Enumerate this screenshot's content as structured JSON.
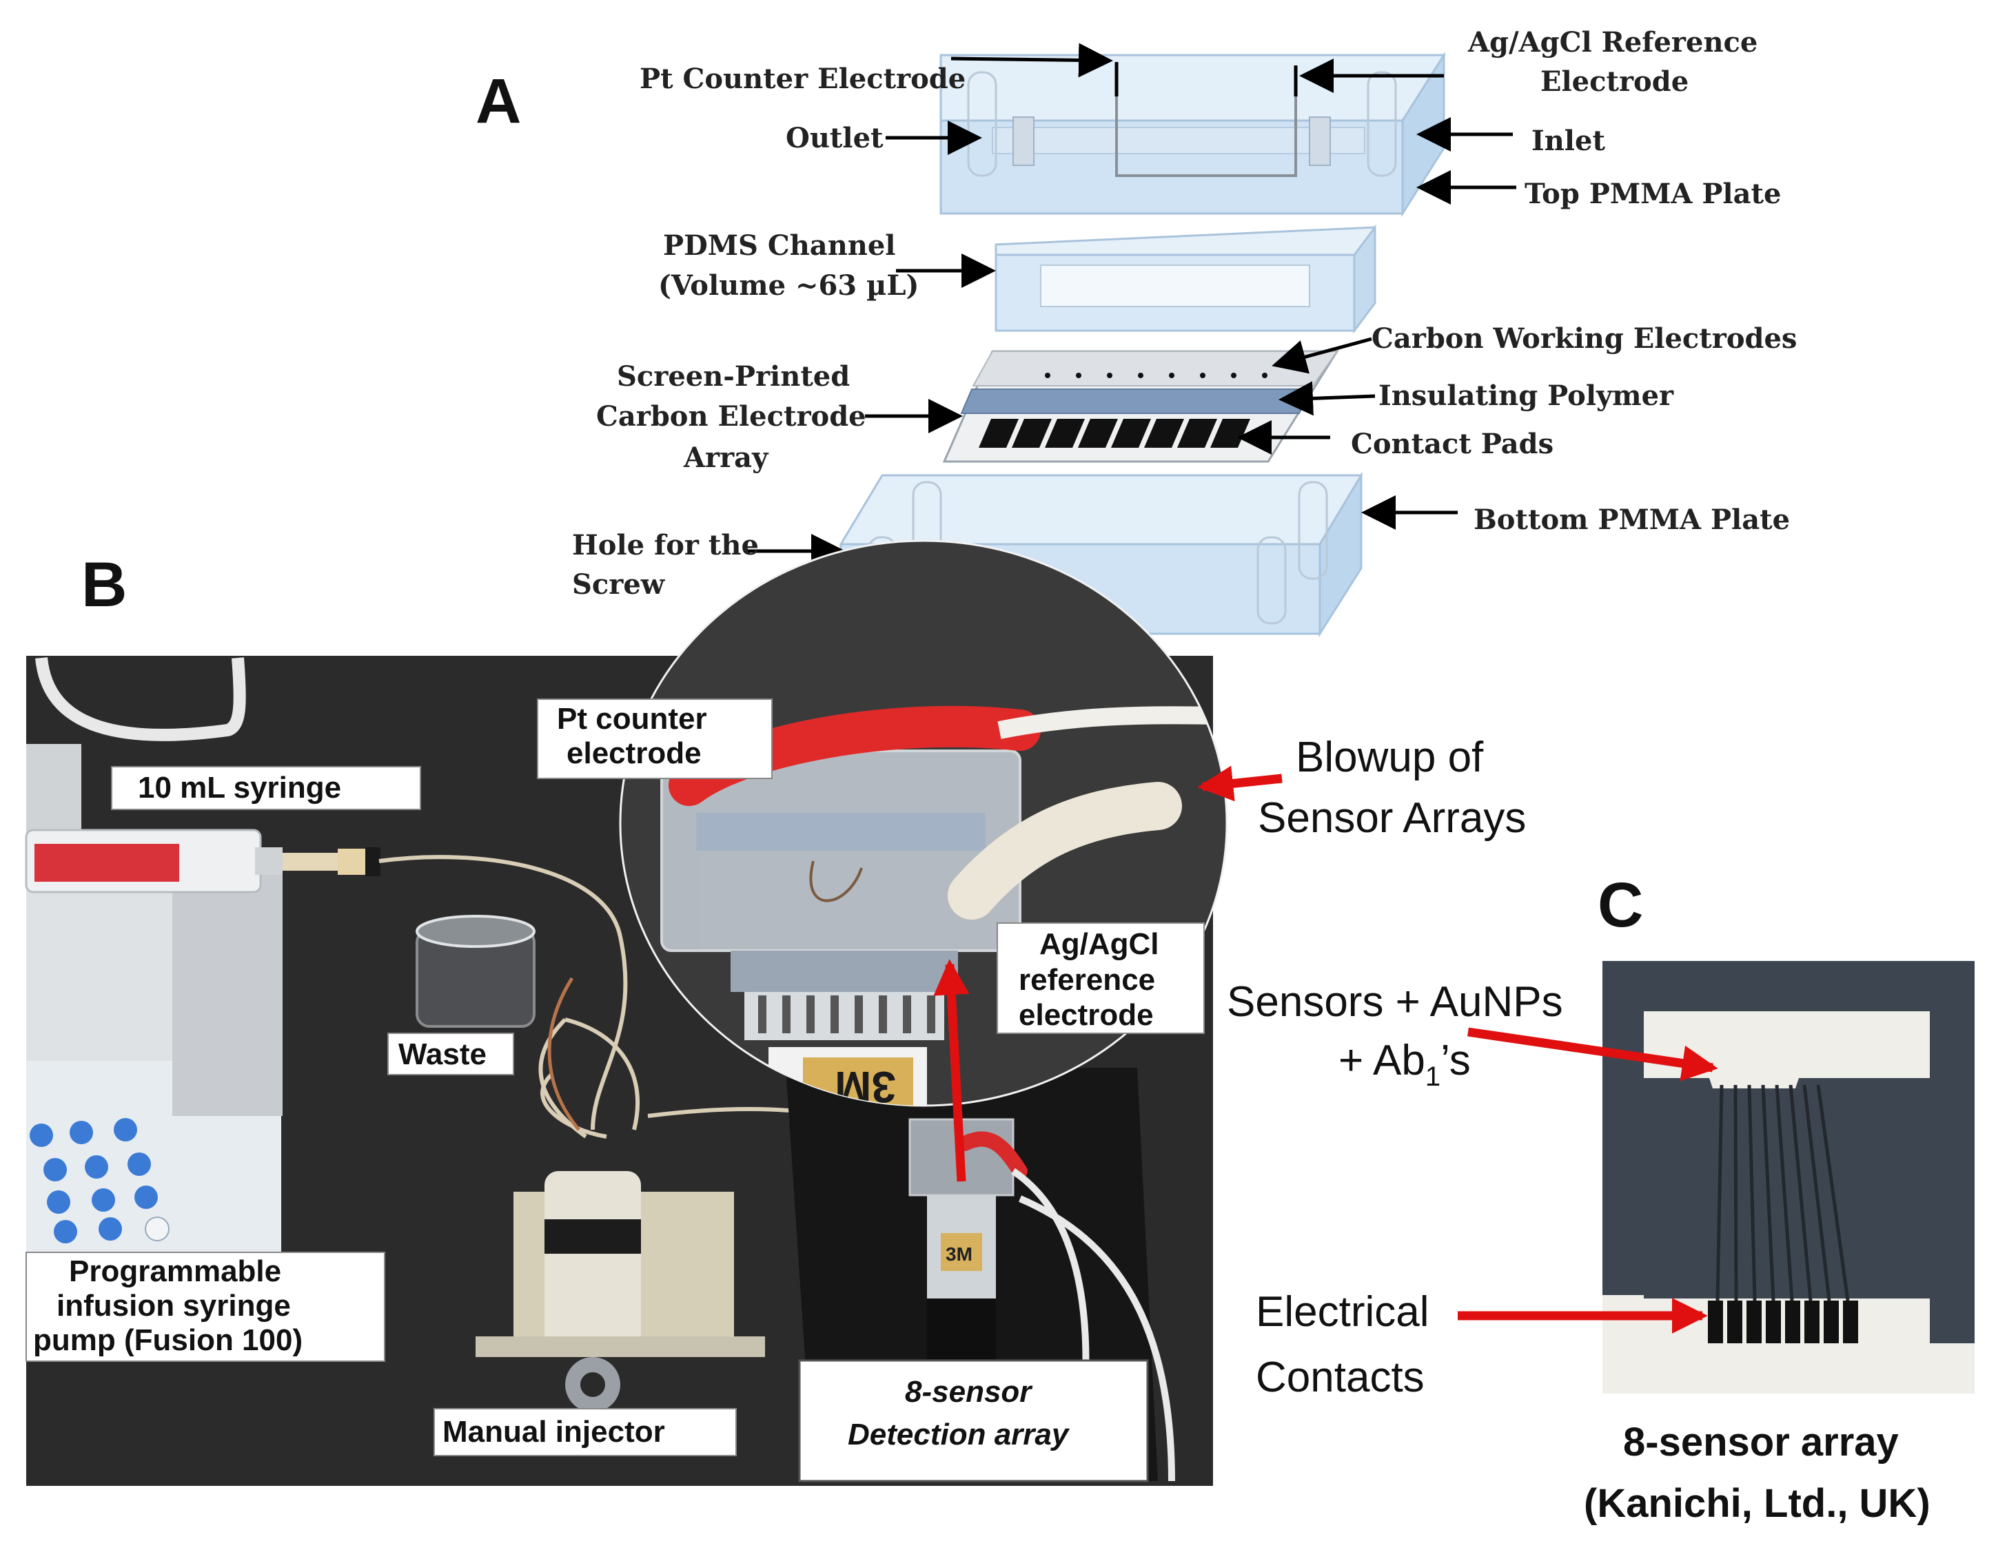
{
  "panel_labels": {
    "a": "A",
    "b": "B",
    "c": "C"
  },
  "panel_a": {
    "pt_counter": "Pt Counter Electrode",
    "ref_line1": "Ag/AgCl Reference",
    "ref_line2": "Electrode",
    "outlet": "Outlet",
    "inlet": "Inlet",
    "top_plate": "Top PMMA Plate",
    "pdms_line1": "PDMS Channel",
    "pdms_line2": "(Volume ~63 µL)",
    "carbon_we": "Carbon Working Electrodes",
    "insulating": "Insulating Polymer",
    "contact_pads": "Contact Pads",
    "sp_line1": "Screen-Printed",
    "sp_line2": "Carbon Electrode",
    "sp_line3": "Array",
    "bottom_plate": "Bottom PMMA Plate",
    "hole_line1": "Hole for the",
    "hole_line2": "Screw"
  },
  "panel_b": {
    "pt_line1": "Pt counter",
    "pt_line2": "electrode",
    "syringe": "10 mL syringe",
    "blowup_line1": "Blowup of",
    "blowup_line2": "Sensor Arrays",
    "ref_line1": "Ag/AgCl",
    "ref_line2": "reference",
    "ref_line3": "electrode",
    "waste": "Waste",
    "pump_line1": "Programmable",
    "pump_line2": "infusion syringe",
    "pump_line3": "pump (Fusion 100)",
    "injector": "Manual injector",
    "det_line1": "8-sensor",
    "det_line2": "Detection array",
    "tape_brand": "3M"
  },
  "panel_c": {
    "sensors_line1": "Sensors + AuNPs",
    "sensors_line2_pre": "+ Ab",
    "sensors_line2_sub": "1",
    "sensors_line2_post": "’s",
    "elec_line1": "Electrical",
    "elec_line2": "Contacts",
    "caption_line1": "8-sensor array",
    "caption_line2": "(Kanichi, Ltd., UK)"
  },
  "colors": {
    "arrow_red": "#e01010",
    "photo_bg": "#2b2b2b",
    "pmma_blue": "#cfe3f5",
    "sensor_board": "#3d4650"
  }
}
